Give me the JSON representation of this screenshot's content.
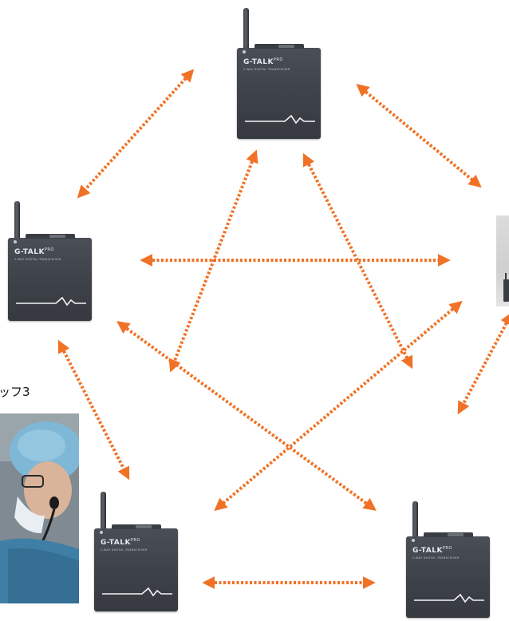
{
  "caption": {
    "text": "ッフ3"
  },
  "device": {
    "brand": "G-TALK",
    "brand_sup": "PRO",
    "subtitle": "2-WAY DIGITAL TRANSCEIVER",
    "color": "#3e4249",
    "antenna_icon": "antenna-icon",
    "wave_icon": "pulse-wave-icon"
  },
  "diagram": {
    "type": "network",
    "arrow_color": "#f07226",
    "arrow_style": "dotted-double-headed",
    "nodes": [
      {
        "id": "top",
        "label": ""
      },
      {
        "id": "left",
        "label": ""
      },
      {
        "id": "bottom-left",
        "label": ""
      },
      {
        "id": "bottom-right",
        "label": ""
      },
      {
        "id": "right",
        "label": ""
      }
    ],
    "edges": [
      [
        "top",
        "left"
      ],
      [
        "top",
        "right"
      ],
      [
        "top",
        "bottom-left"
      ],
      [
        "top",
        "bottom-right"
      ],
      [
        "left",
        "right"
      ],
      [
        "left",
        "bottom-left"
      ],
      [
        "left",
        "bottom-right"
      ],
      [
        "right",
        "bottom-left"
      ],
      [
        "right",
        "bottom-right"
      ],
      [
        "bottom-left",
        "bottom-right"
      ]
    ]
  },
  "photos": {
    "left": "staff-photo-surgeon",
    "right": "staff-photo-cropped"
  }
}
